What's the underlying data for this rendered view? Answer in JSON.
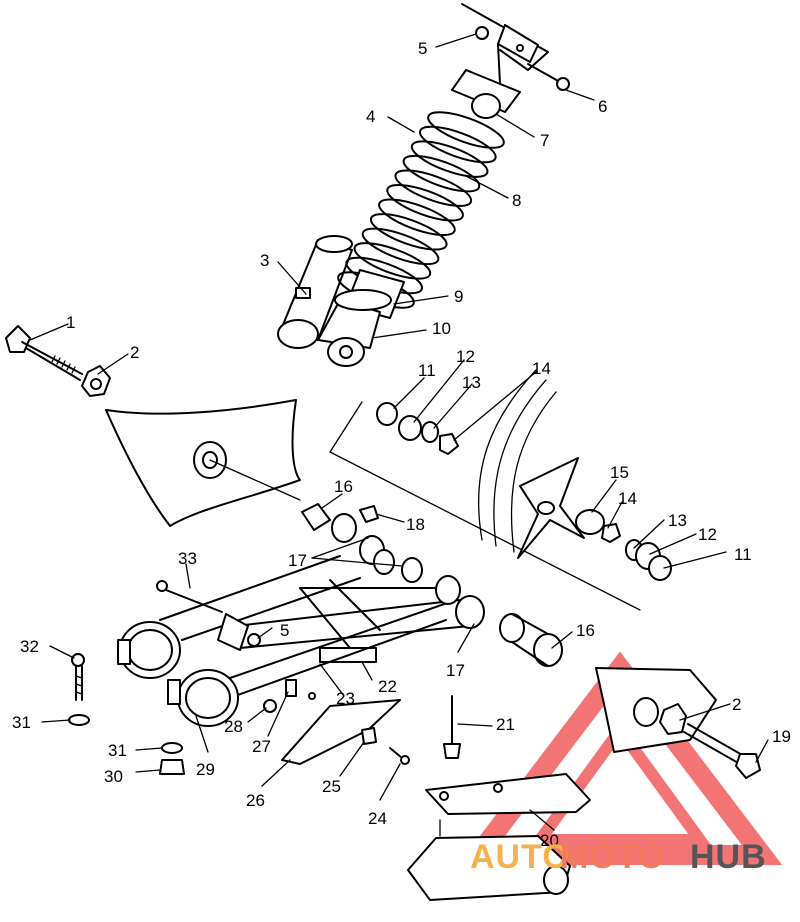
{
  "callouts": [
    {
      "label": "5"
    },
    {
      "label": "6"
    },
    {
      "label": "4"
    },
    {
      "label": "7"
    },
    {
      "label": "8"
    },
    {
      "label": "3"
    },
    {
      "label": "9"
    },
    {
      "label": "10"
    },
    {
      "label": "1"
    },
    {
      "label": "2"
    },
    {
      "label": "11"
    },
    {
      "label": "12"
    },
    {
      "label": "13"
    },
    {
      "label": "14"
    },
    {
      "label": "16"
    },
    {
      "label": "18"
    },
    {
      "label": "15"
    },
    {
      "label": "14"
    },
    {
      "label": "13"
    },
    {
      "label": "12"
    },
    {
      "label": "11"
    },
    {
      "label": "17"
    },
    {
      "label": "33"
    },
    {
      "label": "5"
    },
    {
      "label": "16"
    },
    {
      "label": "32"
    },
    {
      "label": "17"
    },
    {
      "label": "22"
    },
    {
      "label": "23"
    },
    {
      "label": "2"
    },
    {
      "label": "19"
    },
    {
      "label": "31"
    },
    {
      "label": "28"
    },
    {
      "label": "21"
    },
    {
      "label": "27"
    },
    {
      "label": "31"
    },
    {
      "label": "29"
    },
    {
      "label": "30"
    },
    {
      "label": "25"
    },
    {
      "label": "26"
    },
    {
      "label": "24"
    },
    {
      "label": "20"
    }
  ],
  "watermark": {
    "part1": "AUTO",
    "part2": "MOTO",
    "part3": "HUB",
    "color1": "#f5b24a",
    "color2": "#f07c5c",
    "color3": "#555555",
    "triangle_color": "#f25c5c"
  }
}
